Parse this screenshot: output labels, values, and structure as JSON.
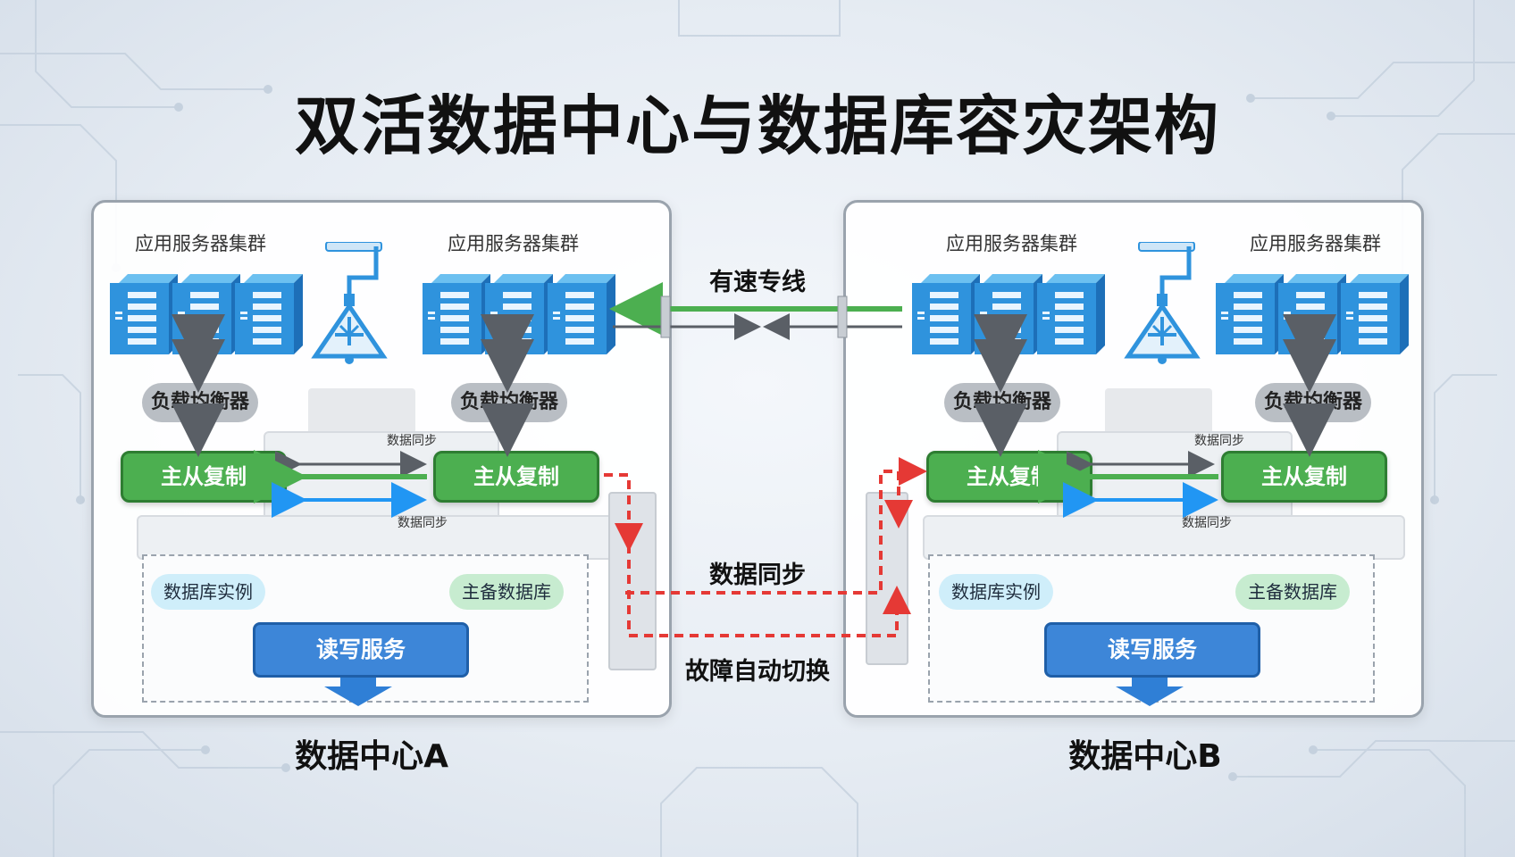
{
  "title": "双活数据中心与数据库容灾架构",
  "center_a": {
    "label": "数据中心A",
    "cluster_left": "应用服务器集群",
    "cluster_right": "应用服务器集群",
    "lb_left": "负载均衡器",
    "lb_right": "负载均衡器",
    "repl_left": "主从复制",
    "repl_right": "主从复制",
    "sync_top": "数据同步",
    "sync_bottom": "数据同步",
    "db_instance": "数据库实例",
    "standby_db": "主备数据库",
    "rw_service": "读写服务"
  },
  "center_b": {
    "label": "数据中心B",
    "cluster_left": "应用服务器集群",
    "cluster_right": "应用服务器集群",
    "lb_left": "负载均衡器",
    "lb_right": "负载均衡器",
    "repl_left": "主从复制",
    "repl_right": "主从复制",
    "sync_top": "数据同步",
    "sync_bottom": "数据同步",
    "db_instance": "数据库实例",
    "standby_db": "主备数据库",
    "rw_service": "读写服务"
  },
  "links": {
    "dedicated_line": "有速专线",
    "data_sync": "数据同步",
    "failover": "故障自动切换"
  },
  "colors": {
    "server_blue": "#2f93dd",
    "green": "#4caf50",
    "red_dashed": "#e53935",
    "sync_blue": "#2196f3",
    "gray_arrow": "#5a5f66"
  },
  "icons": {
    "server": "server-rack-icon",
    "router": "network-router-icon"
  }
}
